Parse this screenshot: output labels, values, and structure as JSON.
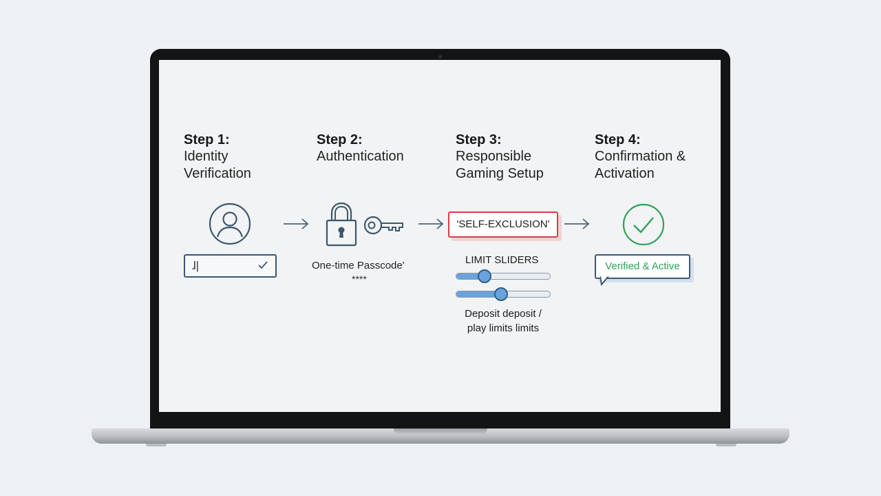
{
  "steps": [
    {
      "number": "Step 1:",
      "title_line1": "Identity",
      "title_line2": "Verification"
    },
    {
      "number": "Step 2:",
      "title_line1": "Authentication",
      "title_line2": ""
    },
    {
      "number": "Step 3:",
      "title_line1": "Responsible",
      "title_line2": "Gaming Setup"
    },
    {
      "number": "Step 4:",
      "title_line1": "Confirmation &",
      "title_line2": "Activation"
    }
  ],
  "step1": {
    "field_text": "ɺ|",
    "icon": "user-icon",
    "check_icon": "check-icon"
  },
  "step2": {
    "otp_label": "One-time Passcode'",
    "otp_mask": "****",
    "icons": [
      "lock-icon",
      "key-icon"
    ]
  },
  "step3": {
    "exclusion_label": "'SELF-EXCLUSION'",
    "sliders_label": "LIMIT SLIDERS",
    "sliders": [
      {
        "value_fraction": 0.3
      },
      {
        "value_fraction": 0.48
      }
    ],
    "caption_line1": "Deposit deposit /",
    "caption_line2": "play limits limits"
  },
  "step4": {
    "status_text": "Verified & Active",
    "icon": "check-circle-icon"
  },
  "colors": {
    "icon_stroke": "#3d566e",
    "exclusion_border": "#d83a4a",
    "slider_fill": "#6aa3db",
    "success_green": "#2fa05a",
    "arrow": "#4f6478"
  }
}
